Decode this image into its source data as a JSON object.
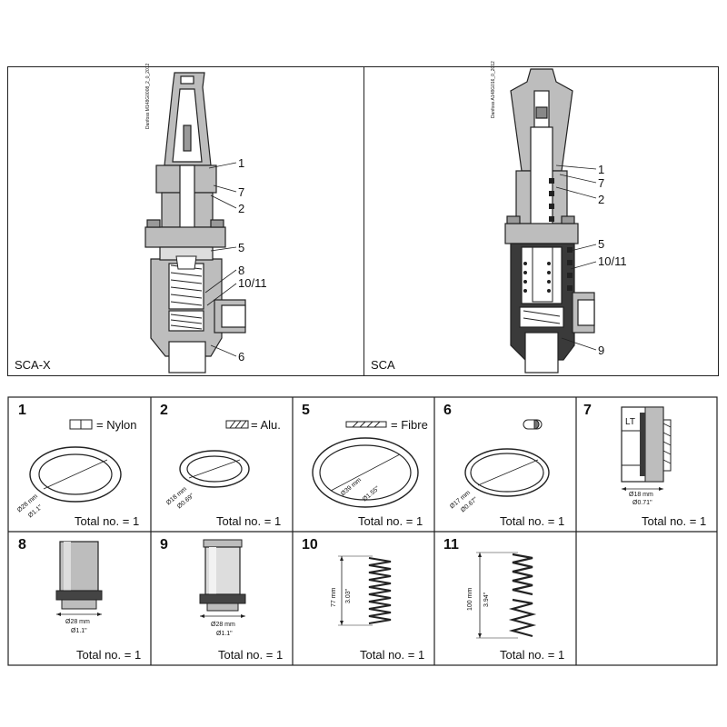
{
  "top": {
    "left": {
      "label": "SCA-X",
      "brand": "Danfoss",
      "code": "M148G0008_2_0_2012",
      "callouts": [
        "1",
        "7",
        "2",
        "5",
        "8",
        "10/11",
        "6"
      ]
    },
    "right": {
      "label": "SCA",
      "brand": "Danfoss",
      "code": "A148G016_0_2012",
      "callouts": [
        "1",
        "7",
        "2",
        "5",
        "10/11",
        "9"
      ]
    }
  },
  "parts": [
    {
      "id": "1",
      "material": "= Nylon",
      "dim_mm": "Ø28 mm",
      "dim_in": "Ø1.1\"",
      "total": "Total no. = 1"
    },
    {
      "id": "2",
      "material": "= Alu.",
      "dim_mm": "Ø18 mm",
      "dim_in": "Ø0.69\"",
      "total": "Total no. = 1"
    },
    {
      "id": "5",
      "material": "= Fibre",
      "dim_mm": "Ø39 mm",
      "dim_in": "Ø1.55\"",
      "total": "Total no. = 1"
    },
    {
      "id": "6",
      "material": "",
      "dim_mm": "Ø17 mm",
      "dim_in": "Ø0.67\"",
      "total": "Total no. = 1"
    },
    {
      "id": "7",
      "material": "",
      "tag": "LT",
      "dim_mm": "Ø18 mm",
      "dim_in": "Ø0.71\"",
      "total": "Total no. = 1"
    },
    {
      "id": "8",
      "material": "",
      "dim_mm": "Ø28 mm",
      "dim_in": "Ø1.1\"",
      "total": "Total no. = 1"
    },
    {
      "id": "9",
      "material": "",
      "dim_mm": "Ø28 mm",
      "dim_in": "Ø1.1\"",
      "total": "Total no. = 1"
    },
    {
      "id": "10",
      "material": "",
      "dim_mm": "77 mm",
      "dim_in": "3.03\"",
      "total": "Total no. = 1"
    },
    {
      "id": "11",
      "material": "",
      "dim_mm": "100 mm",
      "dim_in": "3.94\"",
      "total": "Total no. = 1"
    }
  ],
  "colors": {
    "line": "#222222",
    "fill_grey": "#bdbdbd",
    "fill_dark": "#3a3a3a"
  }
}
